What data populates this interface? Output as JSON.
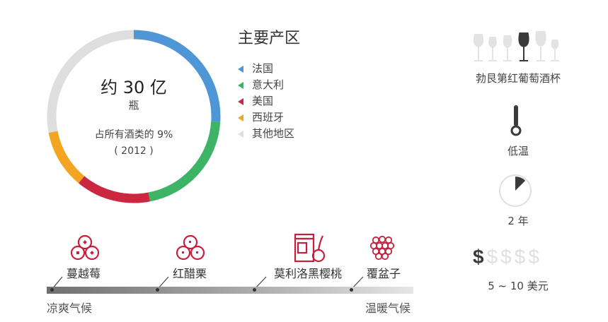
{
  "donut": {
    "headline": "约 30 亿",
    "unit": "瓶",
    "share": "占所有酒类的 9%",
    "year": "( 2012 )"
  },
  "chart_data": {
    "type": "pie",
    "title": "主要产区",
    "categories": [
      "法国",
      "意大利",
      "美国",
      "西班牙",
      "其他地区"
    ],
    "values": [
      26,
      21,
      14,
      11,
      28
    ],
    "colors": [
      "#4f96d6",
      "#3db365",
      "#cc2740",
      "#f3a522",
      "#dedede"
    ]
  },
  "legend": {
    "title": "主要产区",
    "items": [
      {
        "label": "法国",
        "color": "#4f96d6"
      },
      {
        "label": "意大利",
        "color": "#3db365"
      },
      {
        "label": "美国",
        "color": "#cc2740"
      },
      {
        "label": "西班牙",
        "color": "#f3a522"
      },
      {
        "label": "其他地区",
        "color": "#dedede"
      }
    ]
  },
  "glass": {
    "label": "勃艮第红葡萄酒杯",
    "selected_index": 3,
    "count": 6
  },
  "temperature": {
    "label": "低温"
  },
  "aging": {
    "label": "2 年",
    "fraction": 0.125
  },
  "price": {
    "label": "5 ~ 10 美元",
    "level": 1,
    "max": 5,
    "symbol": "$"
  },
  "flavors": [
    {
      "label": "蔓越莓",
      "icon": "cranberry-icon"
    },
    {
      "label": "红醋栗",
      "icon": "redcurrant-icon"
    },
    {
      "label": "莫利洛黑樱桃",
      "icon": "cherry-jar-icon"
    },
    {
      "label": "覆盆子",
      "icon": "raspberry-icon"
    }
  ],
  "climate": {
    "cool": "凉爽气候",
    "warm": "温暖气候"
  },
  "colors": {
    "accent": "#c8203c",
    "dark": "#3a3a3a",
    "light": "#e0e0e0"
  }
}
